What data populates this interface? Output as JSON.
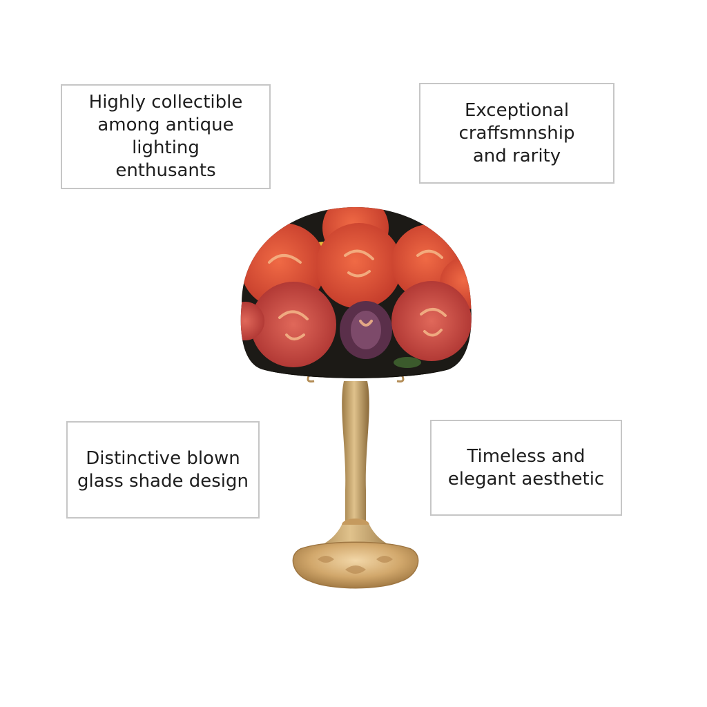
{
  "callouts": {
    "top_left": "Highly collectible\namong antique lighting\nenthusants",
    "top_right": "Exceptional\ncraffsmnship\nand rarity",
    "bottom_left": "Distinctive blown\nglass shade design",
    "bottom_right": "Timeless and\nelegant aesthetic"
  },
  "colors": {
    "box_border": "#c6c6c6",
    "text": "#1e1e1e",
    "rose_red": "#d94a33",
    "rose_deep": "#a8322c",
    "brass": "#c9a062",
    "leaf_yellow": "#e8b73a"
  }
}
